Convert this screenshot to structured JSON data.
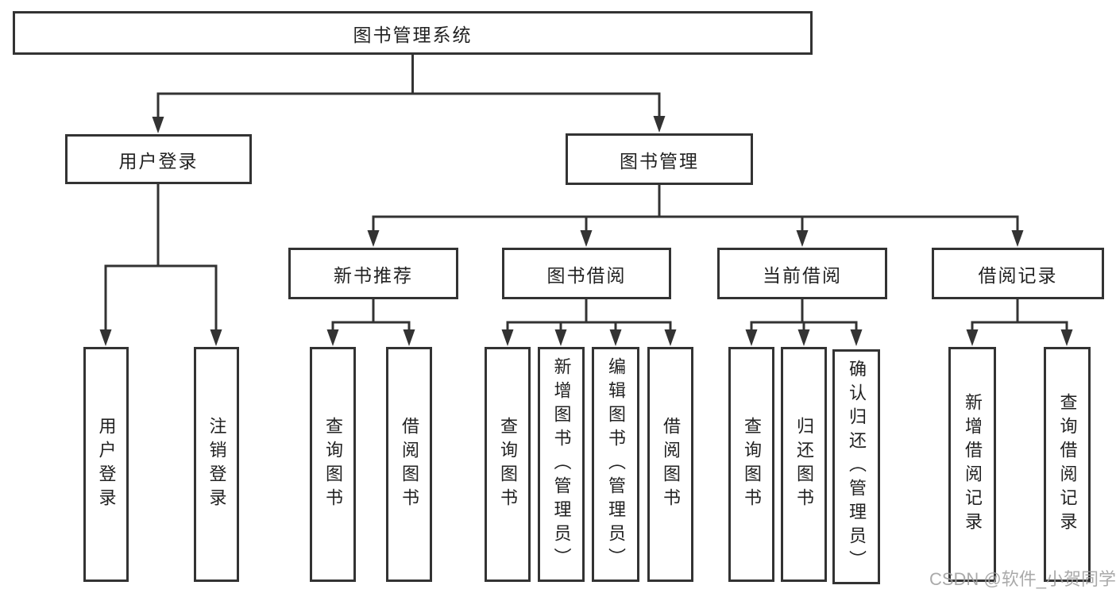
{
  "colors": {
    "line": "#333333",
    "text": "#222222",
    "box_background": "#ffffff",
    "page_background": "#ffffff",
    "watermark": "#9e9e9e"
  },
  "diagram": {
    "type": "hierarchy-tree",
    "root": {
      "label": "图书管理系统"
    },
    "branches": [
      {
        "label": "用户登录",
        "children": [
          {
            "label": "用户登录"
          },
          {
            "label": "注销登录"
          }
        ]
      },
      {
        "label": "图书管理",
        "children": [
          {
            "label": "新书推荐",
            "children": [
              {
                "label": "查询图书"
              },
              {
                "label": "借阅图书"
              }
            ]
          },
          {
            "label": "图书借阅",
            "children": [
              {
                "label": "查询图书"
              },
              {
                "label": "新增图书（管理员）"
              },
              {
                "label": "编辑图书（管理员）"
              },
              {
                "label": "借阅图书"
              }
            ]
          },
          {
            "label": "当前借阅",
            "children": [
              {
                "label": "查询图书"
              },
              {
                "label": "归还图书"
              },
              {
                "label": "确认归还（管理员）"
              }
            ]
          },
          {
            "label": "借阅记录",
            "children": [
              {
                "label": "新增借阅记录"
              },
              {
                "label": "查询借阅记录"
              }
            ]
          }
        ]
      }
    ]
  },
  "watermark": {
    "text": "CSDN @软件_小贺同学"
  }
}
